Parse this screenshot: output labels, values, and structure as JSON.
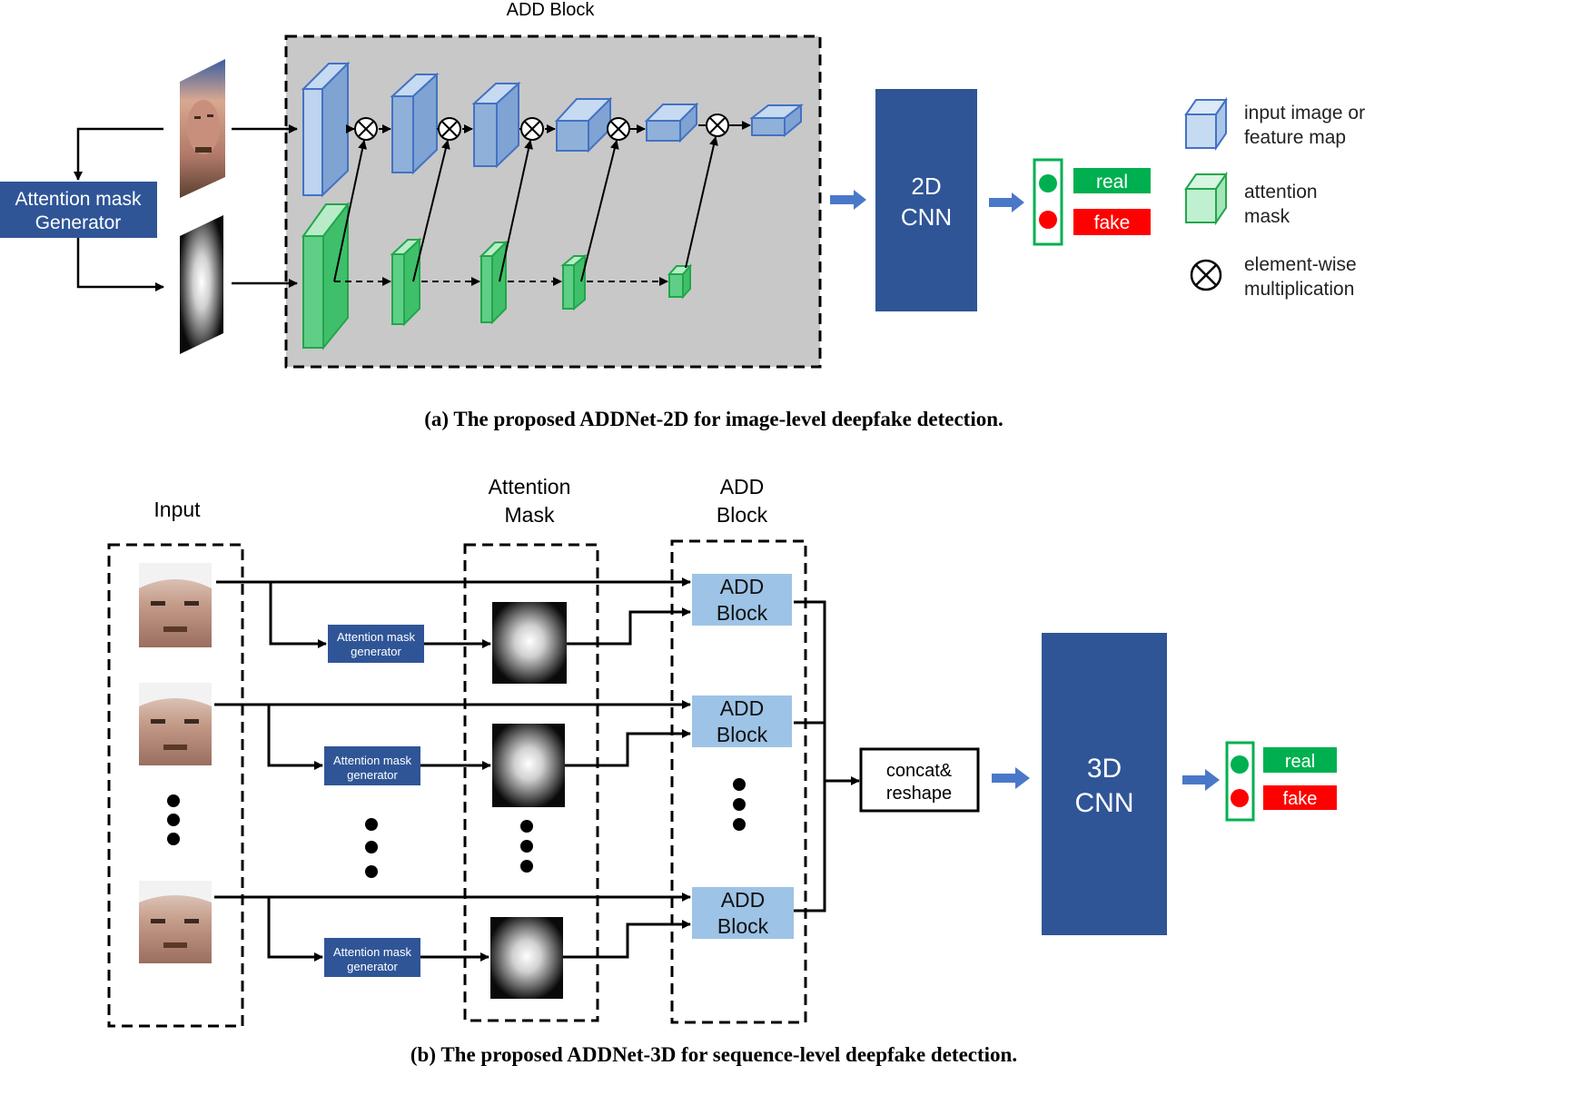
{
  "colors": {
    "navy": "#2f5597",
    "blue_box": "#9dc3e6",
    "cube_blue_front": "#8fb0d8",
    "cube_blue_stroke": "#4472c4",
    "cube_green_front": "#5fcf87",
    "cube_green_stroke": "#22a64a",
    "gray_bg": "#c8c8c8",
    "real_green": "#00b050",
    "fake_red": "#ff0000",
    "arrow_blue": "#4a78c8"
  },
  "panel_a": {
    "add_block_title": "ADD Block",
    "attention_mask_generator": [
      "Attention mask",
      "Generator"
    ],
    "cnn_label": [
      "2D",
      "CNN"
    ],
    "output": {
      "real": "real",
      "fake": "fake"
    },
    "legend": {
      "feature_map": [
        "input image or",
        "feature map"
      ],
      "attention_mask": [
        "attention",
        "mask"
      ],
      "multiplication": [
        "element-wise",
        "multiplication"
      ]
    },
    "caption": "(a) The proposed ADDNet-2D for image-level deepfake detection."
  },
  "panel_b": {
    "headers": {
      "input": "Input",
      "attention_mask": [
        "Attention",
        "Mask"
      ],
      "add_block": [
        "ADD",
        "Block"
      ]
    },
    "generator_label": [
      "Attention mask",
      "generator"
    ],
    "add_block_label": [
      "ADD",
      "Block"
    ],
    "concat_label": [
      "concat&",
      "reshape"
    ],
    "cnn_label": [
      "3D",
      "CNN"
    ],
    "output": {
      "real": "real",
      "fake": "fake"
    },
    "caption": "(b) The proposed ADDNet-3D for sequence-level deepfake detection."
  }
}
